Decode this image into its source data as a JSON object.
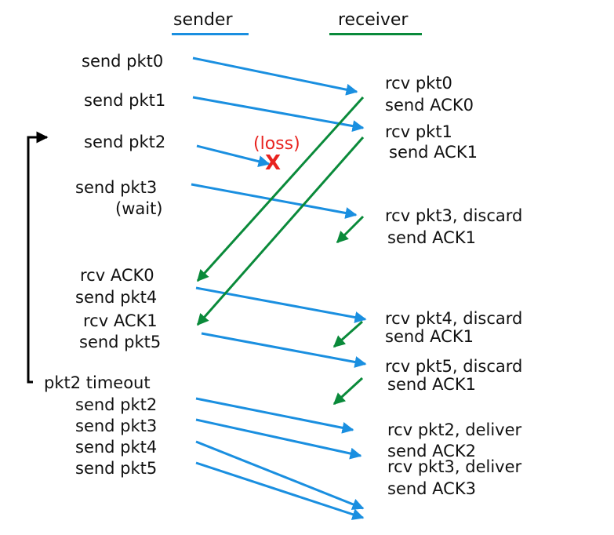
{
  "headers": {
    "sender": "sender",
    "receiver": "receiver"
  },
  "colors": {
    "sender": "#1a8fe0",
    "receiver": "#0a8a3a",
    "loss": "#e8231f",
    "timer": "#000000",
    "text": "#111111"
  },
  "sender_events": [
    "send pkt0",
    "send pkt1",
    "send pkt2",
    "send pkt3",
    "(wait)",
    "rcv ACK0",
    "send pkt4",
    "rcv ACK1",
    "send pkt5",
    "pkt2 timeout",
    "send pkt2",
    "send pkt3",
    "send pkt4",
    "send pkt5"
  ],
  "receiver_events": [
    "rcv pkt0",
    "send ACK0",
    "rcv pkt1",
    "send ACK1",
    "rcv pkt3, discard",
    "send ACK1",
    "rcv pkt4, discard",
    "send ACK1",
    "rcv pkt5, discard",
    "send ACK1",
    "rcv pkt2, deliver",
    "send ACK2",
    "rcv pkt3, deliver",
    "send ACK3"
  ],
  "loss": {
    "label": "(loss)",
    "mark": "X"
  }
}
